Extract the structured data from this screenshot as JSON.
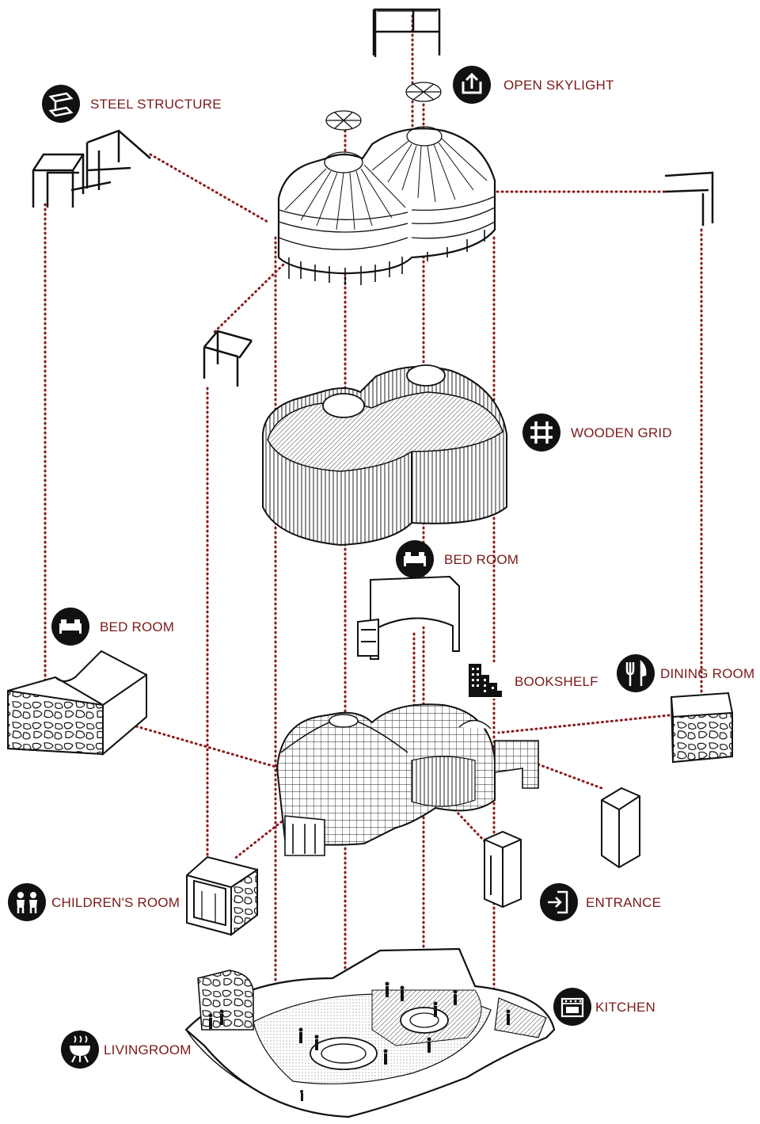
{
  "labels": {
    "steel_structure": "STEEL STRUCTURE",
    "open_skylight": "OPEN SKYLIGHT",
    "wooden_grid": "WOODEN GRID",
    "bed_room_upper": "BED ROOM",
    "bed_room_left": "BED ROOM",
    "bookshelf": "BOOKSHELF",
    "dining_room": "DINING ROOM",
    "childrens_room": "CHILDREN'S ROOM",
    "entrance": "ENTRANCE",
    "kitchen": "KITCHEN",
    "livingroom": "LIVINGROOM"
  },
  "colors": {
    "label_text": "#7a1a1a",
    "leader_dots": "#8b1a1a",
    "icon_fill": "#111111",
    "line_art": "#111111"
  },
  "icons": {
    "steel_structure": "steel-beam-icon",
    "open_skylight": "upload-box-icon",
    "wooden_grid": "hash-grid-icon",
    "bed_room_upper": "bed-icon",
    "bed_room_left": "bed-icon",
    "bookshelf": "building-blocks-icon",
    "dining_room": "fork-knife-icon",
    "childrens_room": "children-icon",
    "entrance": "door-enter-icon",
    "kitchen": "stove-icon",
    "livingroom": "grill-icon"
  }
}
